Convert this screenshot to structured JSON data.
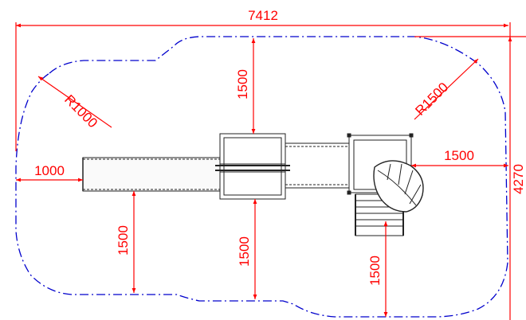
{
  "colors": {
    "dimension": "#ff0000",
    "safety_zone": "#0000cc",
    "equipment": "#222222",
    "background": "#ffffff"
  },
  "dimensions": {
    "overall_width": "7412",
    "overall_height": "4270",
    "radius_left": "R1000",
    "radius_right": "R1500",
    "left_clearance": "1000",
    "right_clearance": "1500",
    "top_clearance": "1500",
    "bottom_clearance_left": "1500",
    "bottom_clearance_center": "1500",
    "bottom_clearance_right": "1500"
  }
}
